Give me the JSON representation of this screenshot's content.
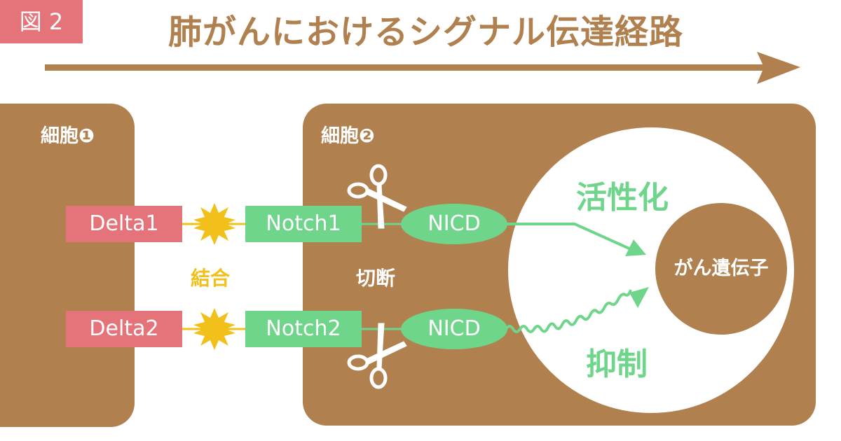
{
  "figure": {
    "badge": "図 2",
    "title": "肺がんにおけるシグナル伝達経路"
  },
  "cells": {
    "cell1_label": "細胞❶",
    "cell2_label": "細胞❷"
  },
  "ligands": [
    {
      "label": "Delta1"
    },
    {
      "label": "Delta2"
    }
  ],
  "receptors": [
    {
      "label": "Notch1"
    },
    {
      "label": "Notch2"
    }
  ],
  "fragments": [
    {
      "label": "NICD"
    },
    {
      "label": "NICD"
    }
  ],
  "labels": {
    "binding": "結合",
    "cleavage": "切断",
    "activation": "活性化",
    "suppression": "抑制",
    "target": "がん遺伝子"
  },
  "colors": {
    "brown": "#b0804e",
    "pink": "#e4737a",
    "green": "#6fd58a",
    "yellow": "#f2c01a"
  }
}
